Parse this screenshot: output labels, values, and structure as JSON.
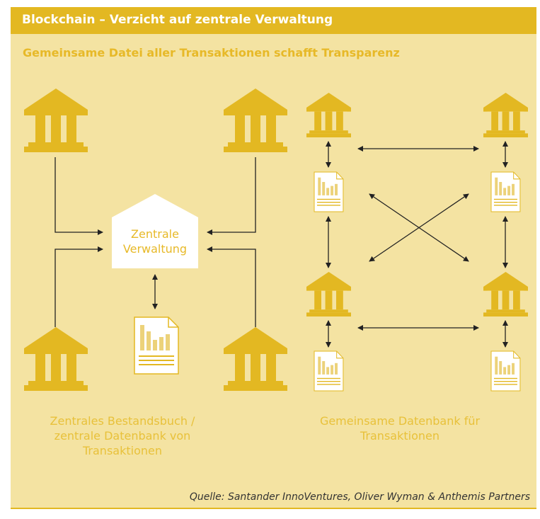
{
  "header": {
    "title": "Blockchain – Verzicht auf zentrale Verwaltung"
  },
  "subtitle": "Gemeinsame Datei aller Transaktionen schafft Transparenz",
  "central": {
    "label_line1": "Zentrale",
    "label_line2": "Verwaltung"
  },
  "captions": {
    "left": "Zentrales Bestandsbuch / zentrale Datenbank von Transaktionen",
    "right": "Gemeinsame Datenbank für Transaktionen"
  },
  "source": "Quelle: Santander InnoVentures, Oliver Wyman & Anthemis Partners",
  "colors": {
    "background": "#f4e3a2",
    "header": "#e3b822",
    "icon": "#e3b822",
    "document_chart": "#ecd27a",
    "arrow": "#222222",
    "caption": "#e8c13a"
  },
  "icons": [
    "bank-icon",
    "document-chart-icon",
    "central-administration-building"
  ]
}
